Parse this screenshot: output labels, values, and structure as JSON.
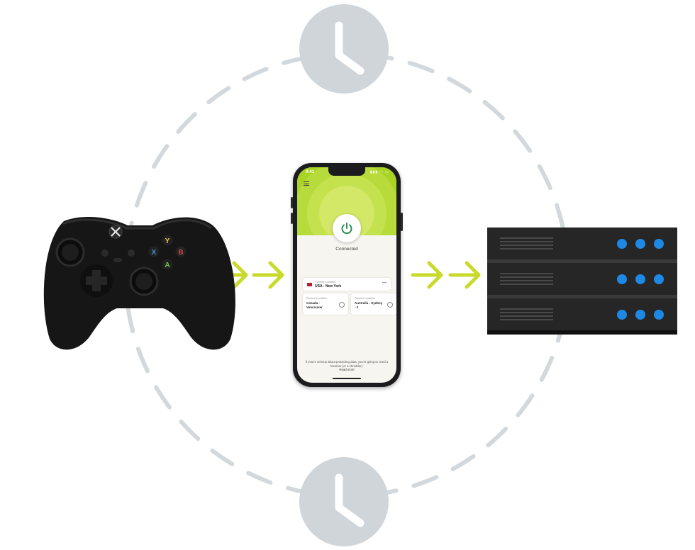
{
  "colors": {
    "dash_ring": "#d3d8dc",
    "clock_face": "#d0d5da",
    "arrow": "#c8da2b",
    "vpn_green": "#9ccc1a",
    "server_led": "#1e88e5",
    "controller": "#161616"
  },
  "icons": {
    "top_clock": "clock-icon",
    "bottom_clock": "clock-icon",
    "controller": "game-controller-icon",
    "server": "server-rack-icon",
    "power": "power-icon"
  },
  "phone": {
    "time": "9:41",
    "status_text": "Connected",
    "current_location_label": "Current Location",
    "current_location_value": "USA - New York",
    "recent_label": "Recent Location",
    "recent_1": "Canada - Vancouver",
    "recent_2": "Australia - Sydney - 2",
    "footer_text": "If you're serious about protecting data, you're going to need a hammer (or a shredder).",
    "footer_link": "Read more"
  }
}
